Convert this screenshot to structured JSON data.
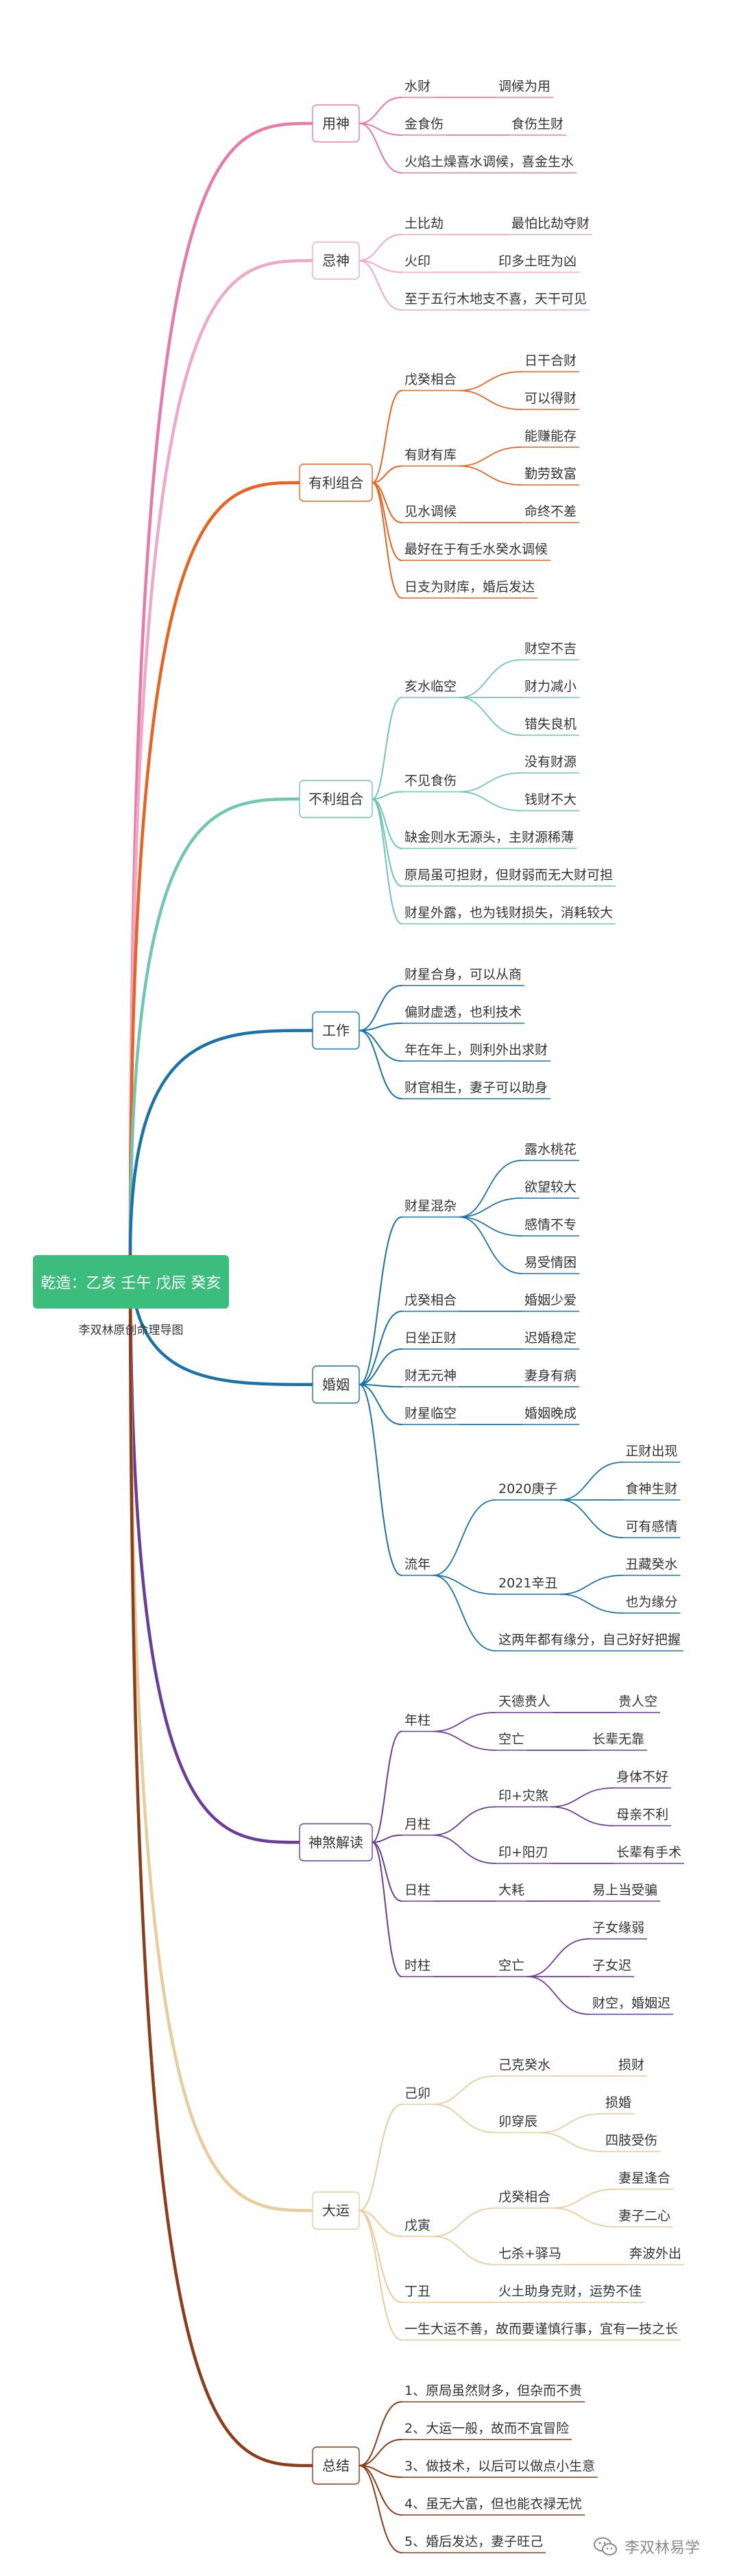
{
  "root": {
    "title": "乾造：乙亥 壬午 戊辰 癸亥",
    "subtitle": "李双林原创命理导图",
    "color": "#3dbd7d"
  },
  "watermark": "李双林易学",
  "colors": {
    "yongshen": "#e87aa7",
    "jishen": "#f0a8c8",
    "youli": "#ea6220",
    "buli": "#6fc7b2",
    "gongzuo": "#1a73a8",
    "hunyin": "#1a73a8",
    "shensha": "#6a3d99",
    "dayun": "#e9cc9b",
    "zongjie": "#8c3d19"
  },
  "branches": [
    {
      "key": "yongshen",
      "label": "用神",
      "children": [
        {
          "label": "水财",
          "children": [
            {
              "label": "调候为用"
            }
          ]
        },
        {
          "label": "金食伤",
          "children": [
            {
              "label": "食伤生财"
            }
          ]
        },
        {
          "label": "火焰土燥喜水调候，喜金生水"
        }
      ]
    },
    {
      "key": "jishen",
      "label": "忌神",
      "children": [
        {
          "label": "土比劫",
          "children": [
            {
              "label": "最怕比劫夺财"
            }
          ]
        },
        {
          "label": "火印",
          "children": [
            {
              "label": "印多土旺为凶"
            }
          ]
        },
        {
          "label": "至于五行木地支不喜，天干可见"
        }
      ]
    },
    {
      "key": "youli",
      "label": "有利组合",
      "children": [
        {
          "label": "戊癸相合",
          "children": [
            {
              "label": "日干合财"
            },
            {
              "label": "可以得财"
            }
          ]
        },
        {
          "label": "有财有库",
          "children": [
            {
              "label": "能赚能存"
            },
            {
              "label": "勤劳致富"
            }
          ]
        },
        {
          "label": "见水调候",
          "children": [
            {
              "label": "命终不差"
            }
          ]
        },
        {
          "label": "最好在于有壬水癸水调候"
        },
        {
          "label": "日支为财库，婚后发达"
        }
      ]
    },
    {
      "key": "buli",
      "label": "不利组合",
      "children": [
        {
          "label": "亥水临空",
          "children": [
            {
              "label": "财空不吉"
            },
            {
              "label": "财力减小"
            },
            {
              "label": "错失良机"
            }
          ]
        },
        {
          "label": "不见食伤",
          "children": [
            {
              "label": "没有财源"
            },
            {
              "label": "钱财不大"
            }
          ]
        },
        {
          "label": "缺金则水无源头，主财源稀薄"
        },
        {
          "label": "原局虽可担财，但财弱而无大财可担"
        },
        {
          "label": "财星外露，也为钱财损失，消耗较大"
        }
      ]
    },
    {
      "key": "gongzuo",
      "label": "工作",
      "children": [
        {
          "label": "财星合身，可以从商"
        },
        {
          "label": "偏财虚透，也利技术"
        },
        {
          "label": "年在年上，则利外出求财"
        },
        {
          "label": "财官相生，妻子可以助身"
        }
      ]
    },
    {
      "key": "hunyin",
      "label": "婚姻",
      "children": [
        {
          "label": "财星混杂",
          "children": [
            {
              "label": "露水桃花"
            },
            {
              "label": "欲望较大"
            },
            {
              "label": "感情不专"
            },
            {
              "label": "易受情困"
            }
          ]
        },
        {
          "label": "戊癸相合",
          "children": [
            {
              "label": "婚姻少爱"
            }
          ]
        },
        {
          "label": "日坐正财",
          "children": [
            {
              "label": "迟婚稳定"
            }
          ]
        },
        {
          "label": "财无元神",
          "children": [
            {
              "label": "妻身有病"
            }
          ]
        },
        {
          "label": "财星临空",
          "children": [
            {
              "label": "婚姻晚成"
            }
          ]
        },
        {
          "label": "流年",
          "children": [
            {
              "label": "2020庚子",
              "children": [
                {
                  "label": "正财出现"
                },
                {
                  "label": "食神生财"
                },
                {
                  "label": "可有感情"
                }
              ]
            },
            {
              "label": "2021辛丑",
              "children": [
                {
                  "label": "丑藏癸水"
                },
                {
                  "label": "也为缘分"
                }
              ]
            },
            {
              "label": "这两年都有缘分，自己好好把握"
            }
          ]
        }
      ]
    },
    {
      "key": "shensha",
      "label": "神煞解读",
      "children": [
        {
          "label": "年柱",
          "children": [
            {
              "label": "天德贵人",
              "children": [
                {
                  "label": "贵人空"
                }
              ]
            },
            {
              "label": "空亡",
              "children": [
                {
                  "label": "长辈无靠"
                }
              ]
            }
          ]
        },
        {
          "label": "月柱",
          "children": [
            {
              "label": "印+灾煞",
              "children": [
                {
                  "label": "身体不好"
                },
                {
                  "label": "母亲不利"
                }
              ]
            },
            {
              "label": "印+阳刃",
              "children": [
                {
                  "label": "长辈有手术"
                }
              ]
            }
          ]
        },
        {
          "label": "日柱",
          "children": [
            {
              "label": "大耗",
              "children": [
                {
                  "label": "易上当受骗"
                }
              ]
            }
          ]
        },
        {
          "label": "时柱",
          "children": [
            {
              "label": "空亡",
              "children": [
                {
                  "label": "子女缘弱"
                },
                {
                  "label": "子女迟"
                },
                {
                  "label": "财空，婚姻迟"
                }
              ]
            }
          ]
        }
      ]
    },
    {
      "key": "dayun",
      "label": "大运",
      "children": [
        {
          "label": "己卯",
          "children": [
            {
              "label": "己克癸水",
              "children": [
                {
                  "label": "损财"
                }
              ]
            },
            {
              "label": "卯穿辰",
              "children": [
                {
                  "label": "损婚"
                },
                {
                  "label": "四肢受伤"
                }
              ]
            }
          ]
        },
        {
          "label": "戊寅",
          "children": [
            {
              "label": "戊癸相合",
              "children": [
                {
                  "label": "妻星逢合"
                },
                {
                  "label": "妻子二心"
                }
              ]
            },
            {
              "label": "七杀+驿马",
              "children": [
                {
                  "label": "奔波外出"
                }
              ]
            }
          ]
        },
        {
          "label": "丁丑",
          "children": [
            {
              "label": "火土助身克财，运势不佳"
            }
          ]
        },
        {
          "label": "一生大运不善，故而要谨慎行事，宜有一技之长"
        }
      ]
    },
    {
      "key": "zongjie",
      "label": "总结",
      "children": [
        {
          "label": "1、原局虽然财多，但杂而不贵"
        },
        {
          "label": "2、大运一般，故而不宜冒险"
        },
        {
          "label": "3、做技术，以后可以做点小生意"
        },
        {
          "label": "4、虽无大富，但也能衣禄无忧"
        },
        {
          "label": "5、婚后发达，妻子旺己"
        }
      ]
    }
  ]
}
